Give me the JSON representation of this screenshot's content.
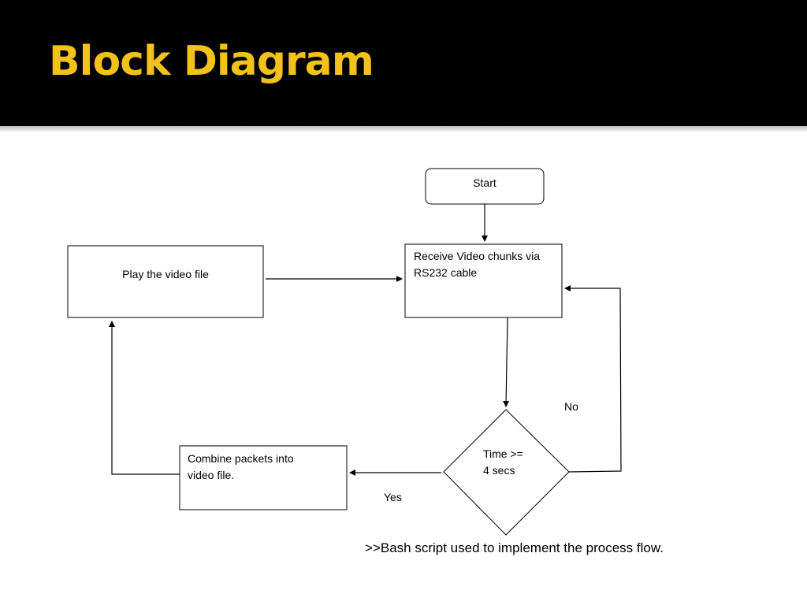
{
  "slide": {
    "title": "Block Diagram",
    "footnote": ">>Bash script used to implement the process flow."
  },
  "diagram": {
    "nodes": {
      "start": "Start",
      "receive": "Receive Video chunks via RS232 cable",
      "decision": "Time >= 4 secs",
      "combine": "Combine packets into video file.",
      "play": "Play the video file"
    },
    "edge_labels": {
      "no": "No",
      "yes": "Yes"
    }
  },
  "colors": {
    "header_bg": "#000000",
    "title": "#f2c21a",
    "line": "#000000",
    "background": "#ffffff"
  }
}
